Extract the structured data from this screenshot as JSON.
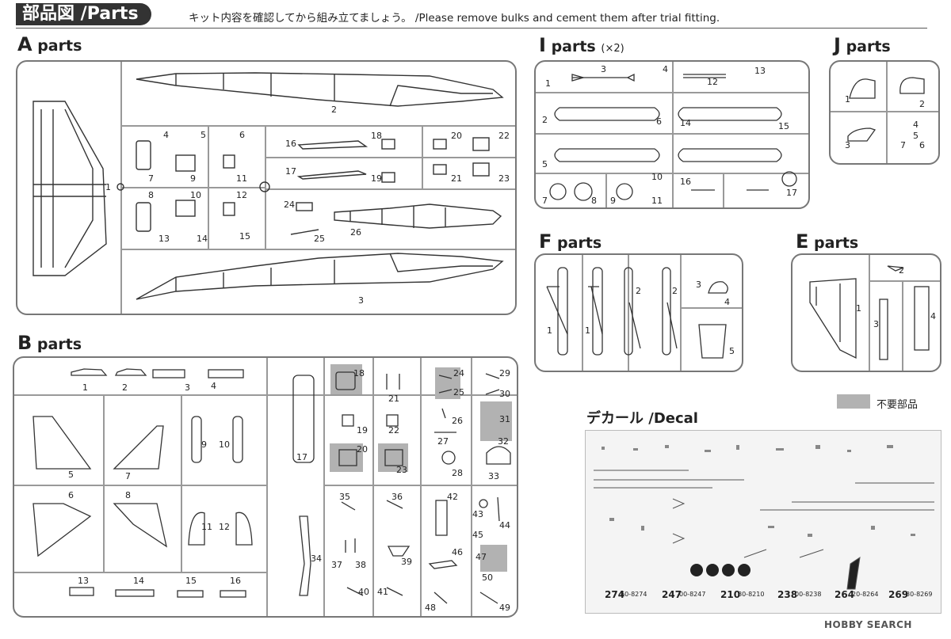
{
  "header": {
    "title": "部品図 /Parts",
    "note": "キット内容を確認してから組み立てましょう。 /Please remove bulks and cement them after trial fitting."
  },
  "sections": {
    "a": {
      "letter": "A",
      "label": "parts"
    },
    "b": {
      "letter": "B",
      "label": "parts"
    },
    "i": {
      "letter": "I",
      "label": "parts",
      "qty": "(×2)"
    },
    "j": {
      "letter": "J",
      "label": "parts"
    },
    "f": {
      "letter": "F",
      "label": "parts"
    },
    "e": {
      "letter": "E",
      "label": "parts"
    }
  },
  "legend": {
    "unused_label": "不要部品",
    "unused_color": "#b2b2b2"
  },
  "decal": {
    "title": "デカール /Decal",
    "aircraft_numbers": [
      "274",
      "247",
      "210",
      "238",
      "264",
      "269"
    ],
    "serials": [
      "60-8274",
      "00-8247",
      "80-8210",
      "00-8238",
      "20-8264",
      "30-8269"
    ]
  },
  "watermark": "HOBBY SEARCH",
  "a_numbers": [
    "1",
    "2",
    "3",
    "4",
    "5",
    "6",
    "7",
    "8",
    "9",
    "10",
    "11",
    "12",
    "13",
    "14",
    "15",
    "16",
    "17",
    "18",
    "19",
    "20",
    "21",
    "22",
    "23",
    "24",
    "25",
    "26"
  ],
  "b_numbers": [
    "1",
    "2",
    "3",
    "4",
    "5",
    "6",
    "7",
    "8",
    "9",
    "10",
    "11",
    "12",
    "13",
    "14",
    "15",
    "16",
    "17",
    "18",
    "19",
    "20",
    "21",
    "22",
    "23",
    "24",
    "25",
    "26",
    "27",
    "28",
    "29",
    "30",
    "31",
    "32",
    "33",
    "34",
    "35",
    "36",
    "37",
    "38",
    "39",
    "40",
    "41",
    "42",
    "43",
    "44",
    "45",
    "46",
    "47",
    "48",
    "49",
    "50"
  ],
  "i_numbers": [
    "1",
    "2",
    "3",
    "4",
    "5",
    "6",
    "7",
    "8",
    "9",
    "10",
    "11",
    "12",
    "13",
    "14",
    "15",
    "16",
    "17"
  ],
  "j_numbers": [
    "1",
    "2",
    "3",
    "4",
    "5",
    "6",
    "7"
  ],
  "f_numbers": [
    "1",
    "2",
    "3",
    "4",
    "5"
  ],
  "e_numbers": [
    "1",
    "2",
    "3",
    "4"
  ]
}
